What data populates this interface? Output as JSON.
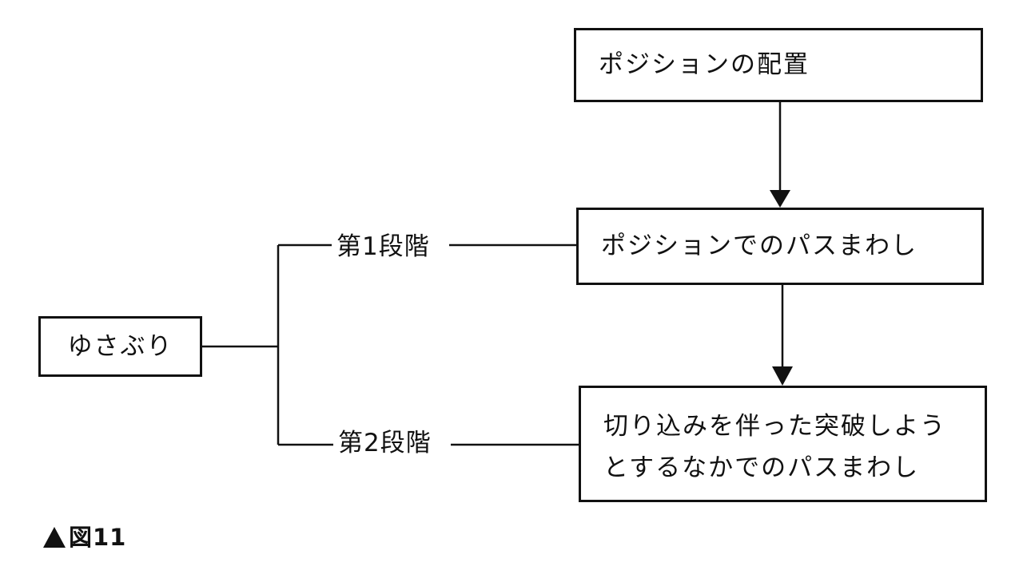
{
  "diagram": {
    "nodes": {
      "position_placement": "ポジションの配置",
      "position_passing": "ポジションでのパスまわし",
      "breakthrough_passing_line1": "切り込みを伴った突破しよう",
      "breakthrough_passing_line2": "とするなかでのパスまわし",
      "yusaburi": "ゆさぶり"
    },
    "stages": {
      "stage_1": "第1段階",
      "stage_2": "第2段階"
    },
    "caption": "図11"
  }
}
